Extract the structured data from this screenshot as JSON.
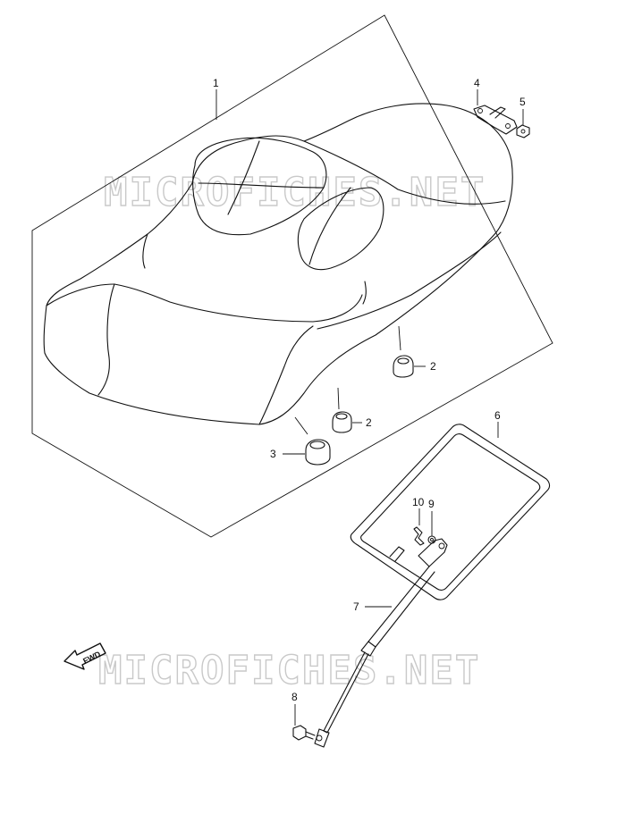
{
  "watermarks": [
    "MICROFICHES.NET",
    "MICROFICHES.NET"
  ],
  "direction_arrow": {
    "label": "FWD",
    "icon": "forward-direction-arrow-icon"
  },
  "callouts": [
    {
      "number": "1",
      "part": "seat-assembly"
    },
    {
      "number": "2",
      "part": "cushion-rear"
    },
    {
      "number": "2",
      "part": "cushion-front"
    },
    {
      "number": "3",
      "part": "cushion-large"
    },
    {
      "number": "4",
      "part": "bracket"
    },
    {
      "number": "5",
      "part": "nut"
    },
    {
      "number": "6",
      "part": "trim-seal"
    },
    {
      "number": "7",
      "part": "damper-strut"
    },
    {
      "number": "8",
      "part": "bolt"
    },
    {
      "number": "9",
      "part": "washer"
    },
    {
      "number": "10",
      "part": "clip"
    }
  ]
}
